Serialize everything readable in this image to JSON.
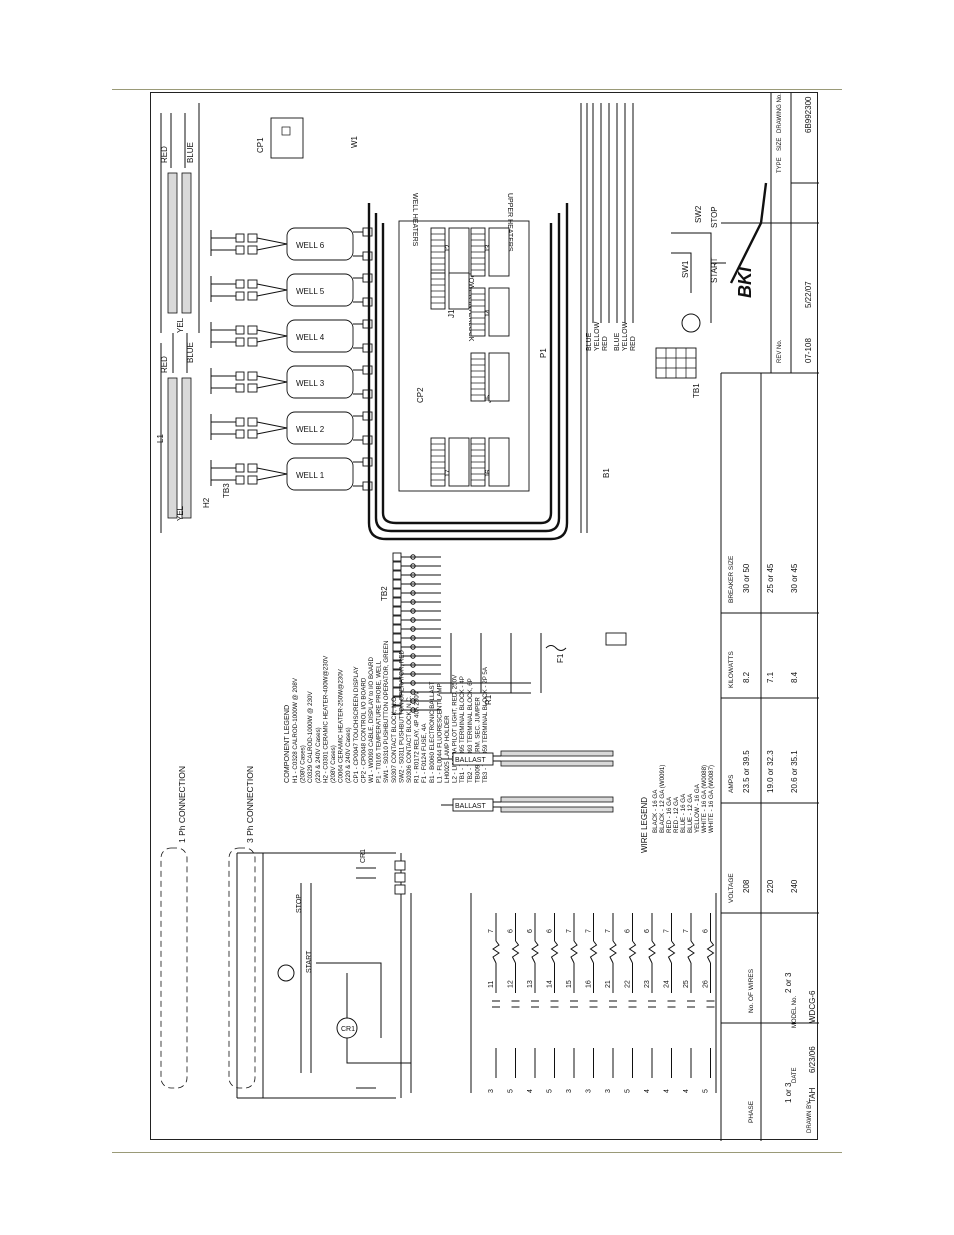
{
  "header_rule": true,
  "labels": {
    "cp1": "CP1",
    "w1": "W1",
    "red": "RED",
    "blue": "BLUE",
    "yel": "YEL",
    "l1": "L1",
    "h2": "H2",
    "tb3": "TB3",
    "tb2": "TB2",
    "tb1": "TB1",
    "b1": "B1",
    "f1": "F1",
    "r1": "R1",
    "cp2": "CP2",
    "j1": "J1",
    "j2": "J2",
    "j3": "J3",
    "j4": "J4",
    "j5": "J5",
    "j6": "J6",
    "j7": "J7",
    "p1": "P1",
    "sw1": "SW1",
    "sw2": "SW2",
    "start": "START",
    "stop": "STOP",
    "well_heaters": "WELL HEATERS",
    "upper_heaters": "UPPER HEATERS",
    "power_interlock": "POWER INTERLOCK",
    "cr1": "CR1",
    "ballast": "BALLAST",
    "ph1_connection": "1 Ph CONNECTION",
    "ph3_connection": "3 Ph CONNECTION",
    "blue_yellow_red": [
      "BLUE",
      "YELLOW",
      "RED"
    ]
  },
  "wells": [
    "WELL 6",
    "WELL 5",
    "WELL 4",
    "WELL 3",
    "WELL 2",
    "WELL 1"
  ],
  "component_legend": {
    "title": "COMPONENT LEGEND",
    "items": [
      "H1 - C0328 CALROD-1000W @ 208V",
      "(208V Cases)",
      "C0329 CALROD-1000W @ 230V",
      "(220 & 240V Cases)",
      "H2 - C0301 CERAMIC HEATER-400W@230V",
      "(208V Cases)",
      "C0064 CERAMIC HEATER-250W@230V",
      "(220 & 240V Cases)",
      "CP1 - CP0047 TOUCHSCREEN DISPLAY",
      "CP2 - CP0048 CONTROL I/O BOARD",
      "W1 - W0093 CABLE, DISPLAY to I/O BOARD",
      "P1 - T0165 TEMPERATURE PROBE, WELL",
      "SW1 - S0310 PUSHBUTTON OPERATOR, GREEN",
      "S0307 CONTACT BLOCK, N.O.",
      "SW2 - S0311 PUSHBUTTON OPERATOR, RED",
      "S0306 CONTACT BLOCK, N.C.",
      "R1 - R0172 RELAY, 4P 40A 230V",
      "F1 - F0124 FUSE, 4A",
      "B1 - B0060 ELECTRONIC BALLAST",
      "L1 - FL0044 FLUORESCENT LAMP",
      "LH0025 LAMP HOLDER",
      "L2 - LI0130A PILOT LIGHT, RED, 250V",
      "TB1 - TB0095 TERMINAL BLOCK - 4P",
      "TB2 - TB0093 TERMINAL BLOCK, 6P",
      "TB0094 TERM. SEC. JUMPER",
      "TB3 - TB0059 TERMINAL BLOCK - 2P 5A"
    ]
  },
  "wire_legend": {
    "title": "WIRE LEGEND",
    "items": [
      "BLACK - 16 GA",
      "BLACK - 12 GA (W0091)",
      "RED - 16 GA",
      "RED - 12 GA",
      "BLUE - 16 GA",
      "BLUE - 12 GA",
      "YELLOW - 16 GA",
      "WHITE - 16 GA (W0088)",
      "WHITE - 16 GA (W0087)"
    ]
  },
  "ladder_rungs": [
    {
      "left": "3",
      "mid": "11",
      "right": "7"
    },
    {
      "left": "5",
      "mid": "12",
      "right": "6"
    },
    {
      "left": "4",
      "mid": "13",
      "right": "6"
    },
    {
      "left": "5",
      "mid": "14",
      "right": "6"
    },
    {
      "left": "3",
      "mid": "15",
      "right": "7"
    },
    {
      "left": "3",
      "mid": "16",
      "right": "7"
    },
    {
      "left": "3",
      "mid": "21",
      "right": "7"
    },
    {
      "left": "5",
      "mid": "22",
      "right": "6"
    },
    {
      "left": "4",
      "mid": "23",
      "right": "6"
    },
    {
      "left": "4",
      "mid": "24",
      "right": "7"
    },
    {
      "left": "4",
      "mid": "25",
      "right": "7"
    },
    {
      "left": "5",
      "mid": "26",
      "right": "6"
    }
  ],
  "spec_table": {
    "headers": [
      "PHASE",
      "No. OF WIRES",
      "VOLTAGE",
      "AMPS",
      "KILOWATTS",
      "BREAKER SIZE"
    ],
    "rows": [
      [
        "1 or 3",
        "2 or 3",
        "208",
        "23.5 or 39.5",
        "8.2",
        "30 or 50"
      ],
      [
        "",
        "",
        "220",
        "19.0 or 32.3",
        "7.1",
        "25 or 45"
      ],
      [
        "",
        "",
        "240",
        "20.6 or 35.1",
        "8.4",
        "30 or 45"
      ]
    ]
  },
  "title_block": {
    "drawn_by_label": "DRAWN BY",
    "drawn_by": "TAH",
    "date_label": "DATE",
    "date": "6/23/06",
    "model_label": "MODEL No.",
    "model": "WDCG-6",
    "rev_label": "REV No.",
    "rev": "07-108",
    "rev_date": "5/22/07",
    "type_label": "TYPE",
    "size_label": "SIZE",
    "drawing_label": "DRAWING No.",
    "drawing": "6B992300",
    "logo": "BKI"
  }
}
